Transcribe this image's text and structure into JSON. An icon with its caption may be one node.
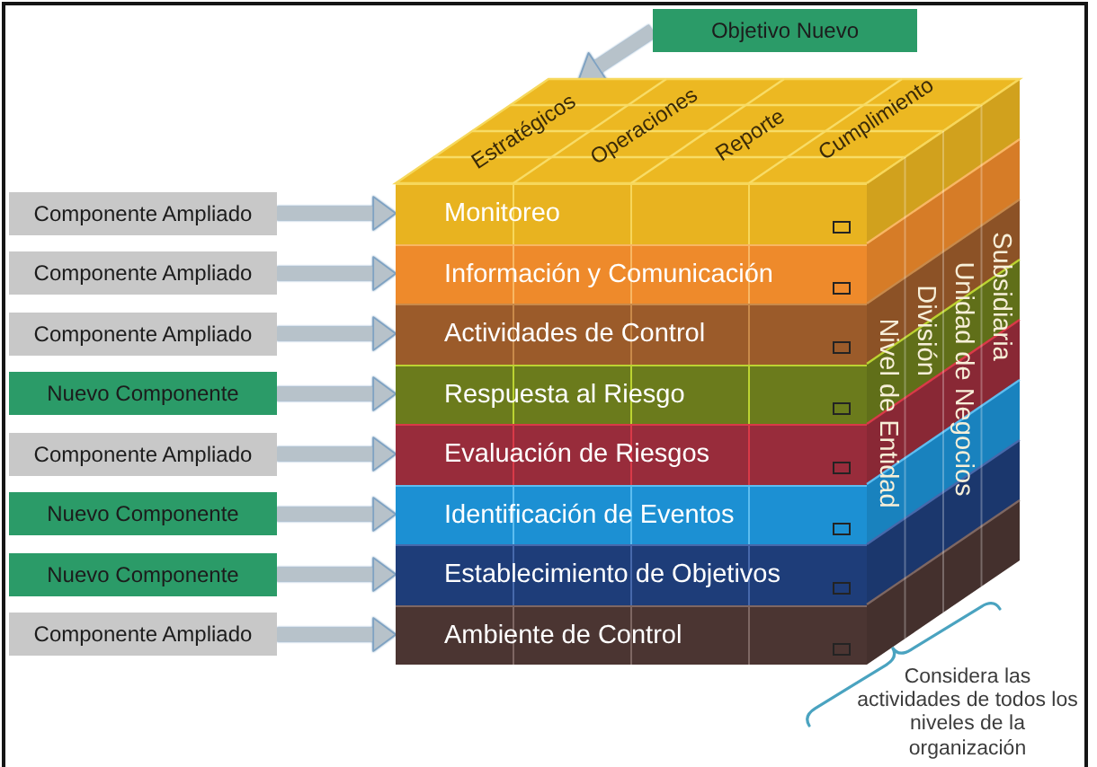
{
  "diagram": {
    "nodes": [
      {
        "text": [
          "Objetivo Nuevo"
        ]
      },
      {
        "text": [
          "Estratégicos",
          "Operaciones",
          "Reporte",
          "Cumplimiento"
        ]
      },
      {
        "text": [
          "Componente Ampliado"
        ]
      },
      {
        "text": [
          "Componente Ampliado"
        ]
      },
      {
        "text": [
          "Componente Ampliado"
        ]
      },
      {
        "text": [
          "Nuevo Componente"
        ]
      },
      {
        "text": [
          "Componente Ampliado"
        ]
      },
      {
        "text": [
          "Nuevo Componente"
        ]
      },
      {
        "text": [
          "Nuevo Componente"
        ]
      },
      {
        "text": [
          "Componente Ampliado"
        ]
      },
      {
        "text": [
          "Monitoreo"
        ]
      },
      {
        "text": [
          "Información y Comunicación"
        ]
      },
      {
        "text": [
          "Actividades de Control"
        ]
      },
      {
        "text": [
          "Respuesta al Riesgo"
        ]
      },
      {
        "text": [
          "Evaluación de Riesgos"
        ]
      },
      {
        "text": [
          "Identificación de Eventos"
        ]
      },
      {
        "text": [
          "Establecimiento de Objetivos"
        ]
      },
      {
        "text": [
          "Ambiente de Control"
        ]
      },
      {
        "text": [
          "Nivel de Entidad",
          "División",
          "Unidad de Negocios",
          "Subsidiaria"
        ],
        "beside": [
          "Considera las actividades de todos los niveles de la organización"
        ]
      }
    ],
    "edges": [
      {
        "from": 0,
        "to": 1,
        "arrow": "to"
      },
      {
        "from": 2,
        "to": 10,
        "arrow": "to"
      },
      {
        "from": 3,
        "to": 11,
        "arrow": "to"
      },
      {
        "from": 4,
        "to": 12,
        "arrow": "to"
      },
      {
        "from": 5,
        "to": 13,
        "arrow": "to"
      },
      {
        "from": 6,
        "to": 14,
        "arrow": "to"
      },
      {
        "from": 7,
        "to": 15,
        "arrow": "to"
      },
      {
        "from": 8,
        "to": 16,
        "arrow": "to"
      },
      {
        "from": 9,
        "to": 17,
        "arrow": "to"
      }
    ]
  }
}
